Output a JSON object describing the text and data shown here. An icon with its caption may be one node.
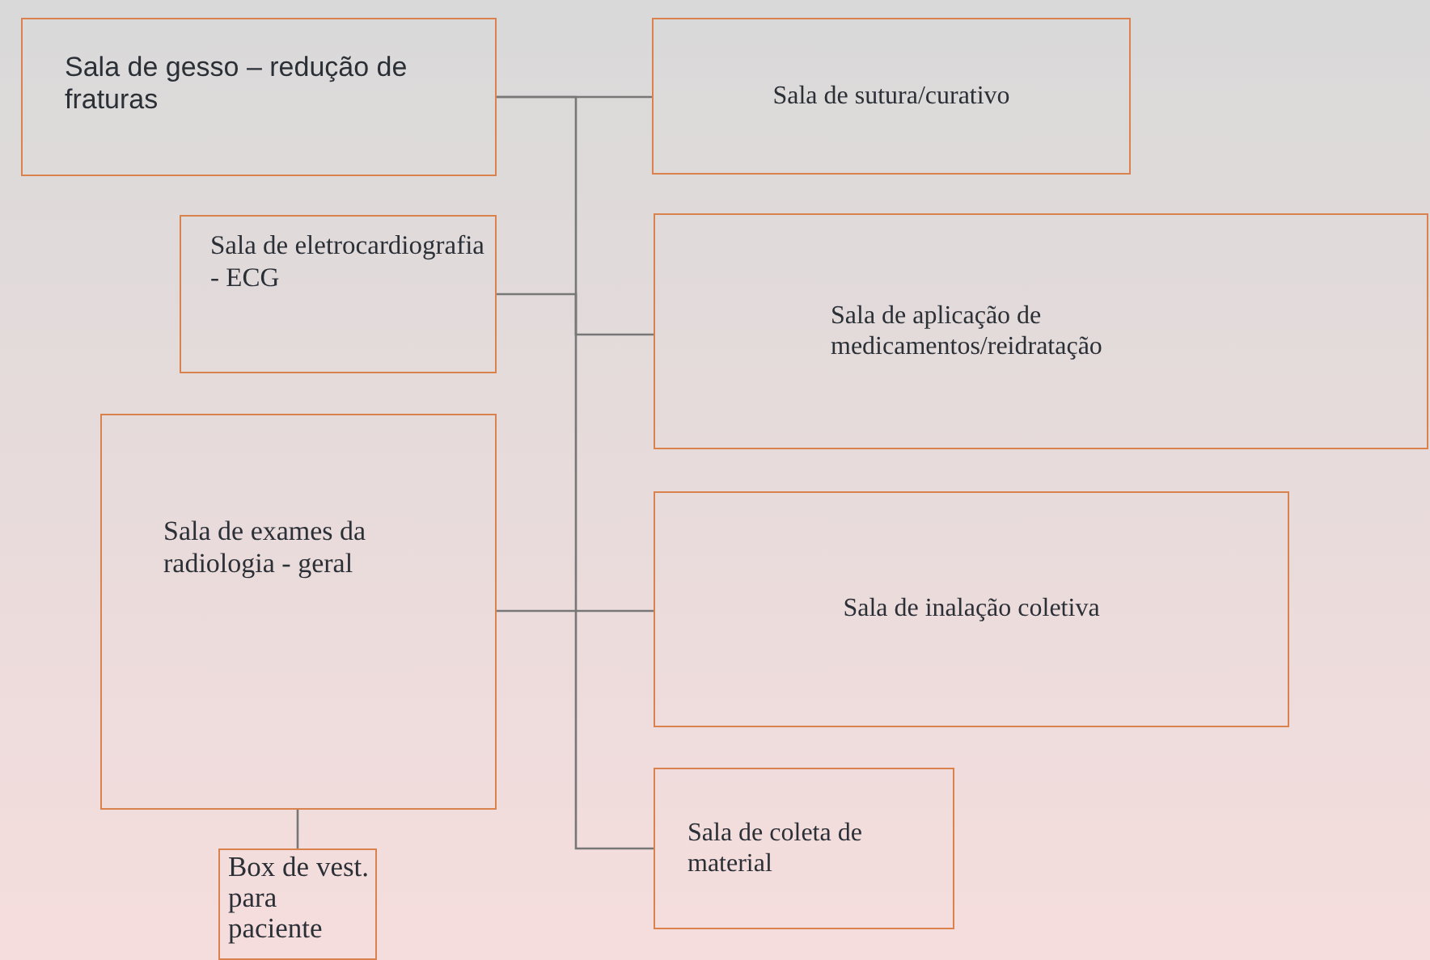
{
  "diagram": {
    "nodes": [
      {
        "text": [
          "Sala de gesso – redução de fraturas"
        ]
      },
      {
        "text": [
          "Sala de sutura/curativo"
        ]
      },
      {
        "text": [
          "Sala de eletrocardiografia - ECG"
        ]
      },
      {
        "text": [
          "Sala de aplicação de medicamentos/reidratação"
        ]
      },
      {
        "text": [
          "Sala de exames da radiologia - geral"
        ]
      },
      {
        "text": [
          "Sala de inalação coletiva"
        ]
      },
      {
        "text": [
          "Sala de coleta de material"
        ]
      },
      {
        "text": [
          "Box de vest. para paciente"
        ]
      }
    ],
    "edges": [
      {
        "from": 0,
        "to": 1,
        "arrow": "none"
      },
      {
        "from": 2,
        "to": 3,
        "arrow": "none"
      },
      {
        "from": 4,
        "to": 5,
        "arrow": "none"
      },
      {
        "from": 0,
        "to": 6,
        "arrow": "none"
      },
      {
        "from": 4,
        "to": 7,
        "arrow": "none"
      }
    ]
  }
}
